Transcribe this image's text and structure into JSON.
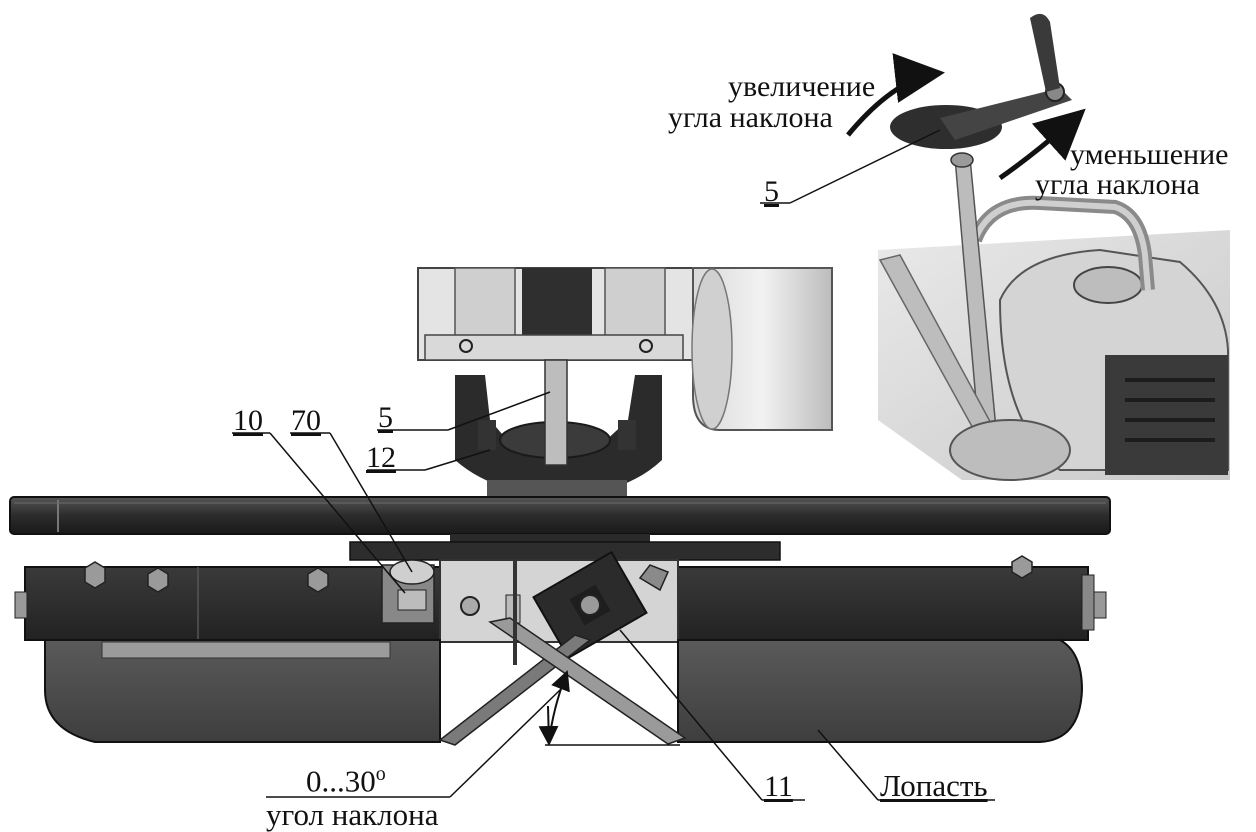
{
  "callouts": {
    "part_5_top": "5",
    "part_5_main": "5",
    "part_10": "10",
    "part_70": "70",
    "part_12": "12",
    "part_11": "11",
    "blade": "Лопасть"
  },
  "inset": {
    "increase_line1": "увеличение",
    "increase_line2": "угла наклона",
    "decrease_line1": "уменьшение",
    "decrease_line2": "угла наклона"
  },
  "angle": {
    "range": "0...30",
    "degree_sign": "o",
    "caption": "угол наклона"
  }
}
